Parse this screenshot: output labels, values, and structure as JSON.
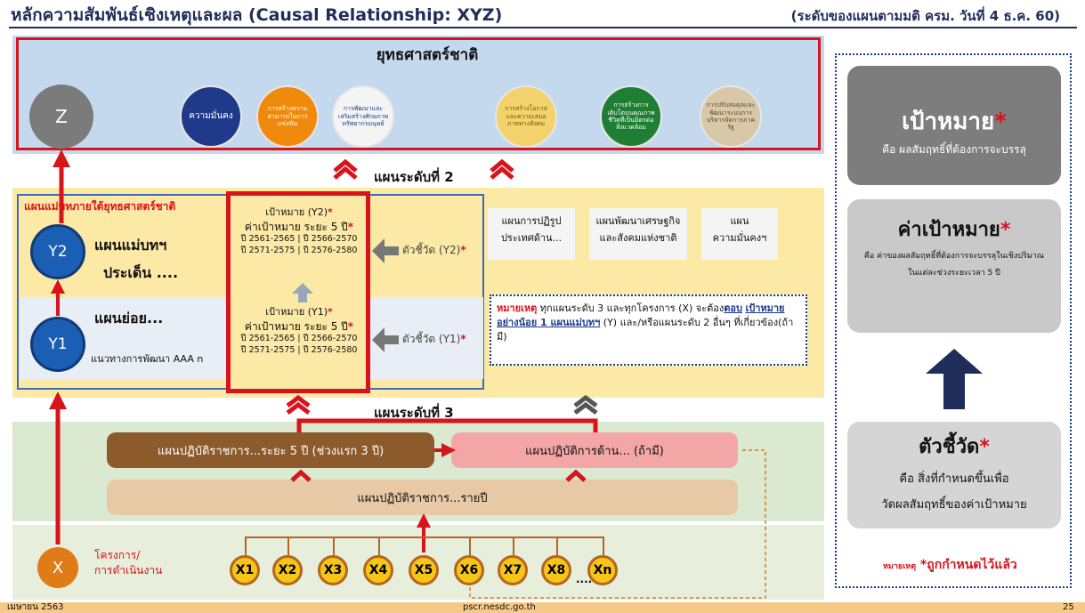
{
  "title": "หลักความสัมพันธ์เชิงเหตุและผล (Causal Relationship: XYZ)",
  "subtitle": "(ระดับของแผนตามมติ ครม. วันที่ 4 ธ.ค. 60)",
  "strategy": {
    "heading": "ยุทธศาสตร์ชาติ",
    "z_label": "Z",
    "items": [
      {
        "text": "ความมั่นคง",
        "color": "#1f3a8a"
      },
      {
        "text": "การสร้างความสามารถในการแข่งขัน",
        "color": "#f08a0c"
      },
      {
        "text": "การพัฒนาและเสริมสร้างศักยภาพทรัพยากรมนุษย์",
        "color": "#f4f4f4"
      },
      {
        "text": "การสร้างโอกาสและความเสมอภาคทางสังคม",
        "color": "#f3d26b"
      },
      {
        "text": "การสร้างการเติบโตบนคุณภาพชีวิตที่เป็นมิตรต่อสิ่งแวดล้อม",
        "color": "#1e7f34"
      },
      {
        "text": "การปรับสมดุลและพัฒนาระบบการบริหารจัดการภาครัฐ",
        "color": "#d8c8a8"
      }
    ]
  },
  "level2": {
    "label": "แผนระดับที่ 2",
    "master_heading": "แผนแม่บทภายใต้ยุทธศาสตร์ชาติ",
    "y2_label": "Y2",
    "y1_label": "Y1",
    "master_plan_line1": "แผนแม่บทฯ",
    "master_plan_line2": "ประเด็น ....",
    "sub_plan": "แผนย่อย...",
    "sub_plan_guide": "แนวทางการพัฒนา AAA n",
    "y2_box": {
      "goal": "เป้าหมาย (Y2)",
      "target": "ค่าเป้าหมาย ระยะ 5 ปี",
      "periods1": "ปี 2561-2565 | ปี 2566-2570",
      "periods2": "ปี 2571-2575 | ปี 2576-2580"
    },
    "y1_box": {
      "goal": "เป้าหมาย (Y1)",
      "target": "ค่าเป้าหมาย ระยะ 5 ปี",
      "periods1": "ปี 2561-2565 | ปี 2566-2570",
      "periods2": "ปี 2571-2575 | ปี 2576-2580"
    },
    "indicator_y2": "ตัวชี้วัด (Y2)",
    "indicator_y1": "ตัวชี้วัด (Y1)",
    "asterisk": "*",
    "other_plans": [
      {
        "line1": "แผนการปฏิรูป",
        "line2": "ประเทศด้าน..."
      },
      {
        "line1": "แผนพัฒนาเศรษฐกิจ",
        "line2": "และสังคมแห่งชาติ"
      },
      {
        "line1": "แผน",
        "line2": "ความมั่นคงฯ"
      }
    ],
    "note_label": "หมายเหตุ",
    "note_text1": "ทุกแผนระดับ 3 และทุกโครงการ (X) จะต้อง",
    "note_underline1": "ตอบ",
    "note_underline2": "เป้าหมายอย่างน้อย 1 แผนแม่บทฯ",
    "note_text2": "(Y) และ/หรือแผนระดับ 2 อื่นๆ ที่เกี่ยวข้อง(ถ้ามี)"
  },
  "level3": {
    "label": "แผนระดับที่ 3",
    "gov_plan_5yr": "แผนปฏิบัติราชการ...ระยะ 5 ปี (ช่วงแรก 3 ปี)",
    "action_plan": "แผนปฏิบัติการด้าน... (ถ้ามี)",
    "annual_plan": "แผนปฏิบัติราชการ...รายปี"
  },
  "projects": {
    "x_label": "X",
    "caption_line1": "โครงการ/",
    "caption_line2": "การดำเนินงาน",
    "items": [
      "X1",
      "X2",
      "X3",
      "X4",
      "X5",
      "X6",
      "X7",
      "X8",
      "Xn"
    ],
    "ellipsis": "...."
  },
  "right_panel": {
    "goal_title": "เป้าหมาย",
    "goal_desc": "คือ ผลสัมฤทธิ์ที่ต้องการจะบรรลุ",
    "target_title": "ค่าเป้าหมาย",
    "target_desc": "คือ ค่าของผลสัมฤทธิ์ที่ต้องการจะบรรลุในเชิงปริมาณ",
    "target_desc2": "ในแต่ละช่วงระยะเวลา 5 ปี",
    "indicator_title": "ตัวชี้วัด",
    "indicator_desc1": "คือ สิ่งที่กำหนดขึ้นเพื่อ",
    "indicator_desc2": "วัดผลสัมฤทธิ์ของค่าเป้าหมาย",
    "asterisk": "*",
    "note_label": "หมายเหตุ",
    "note_text": "*ถูกกำหนดไว้แล้ว"
  },
  "footer": {
    "date": "เมษายน 2563",
    "site": "pscr.nesdc.go.th",
    "page": "25"
  }
}
